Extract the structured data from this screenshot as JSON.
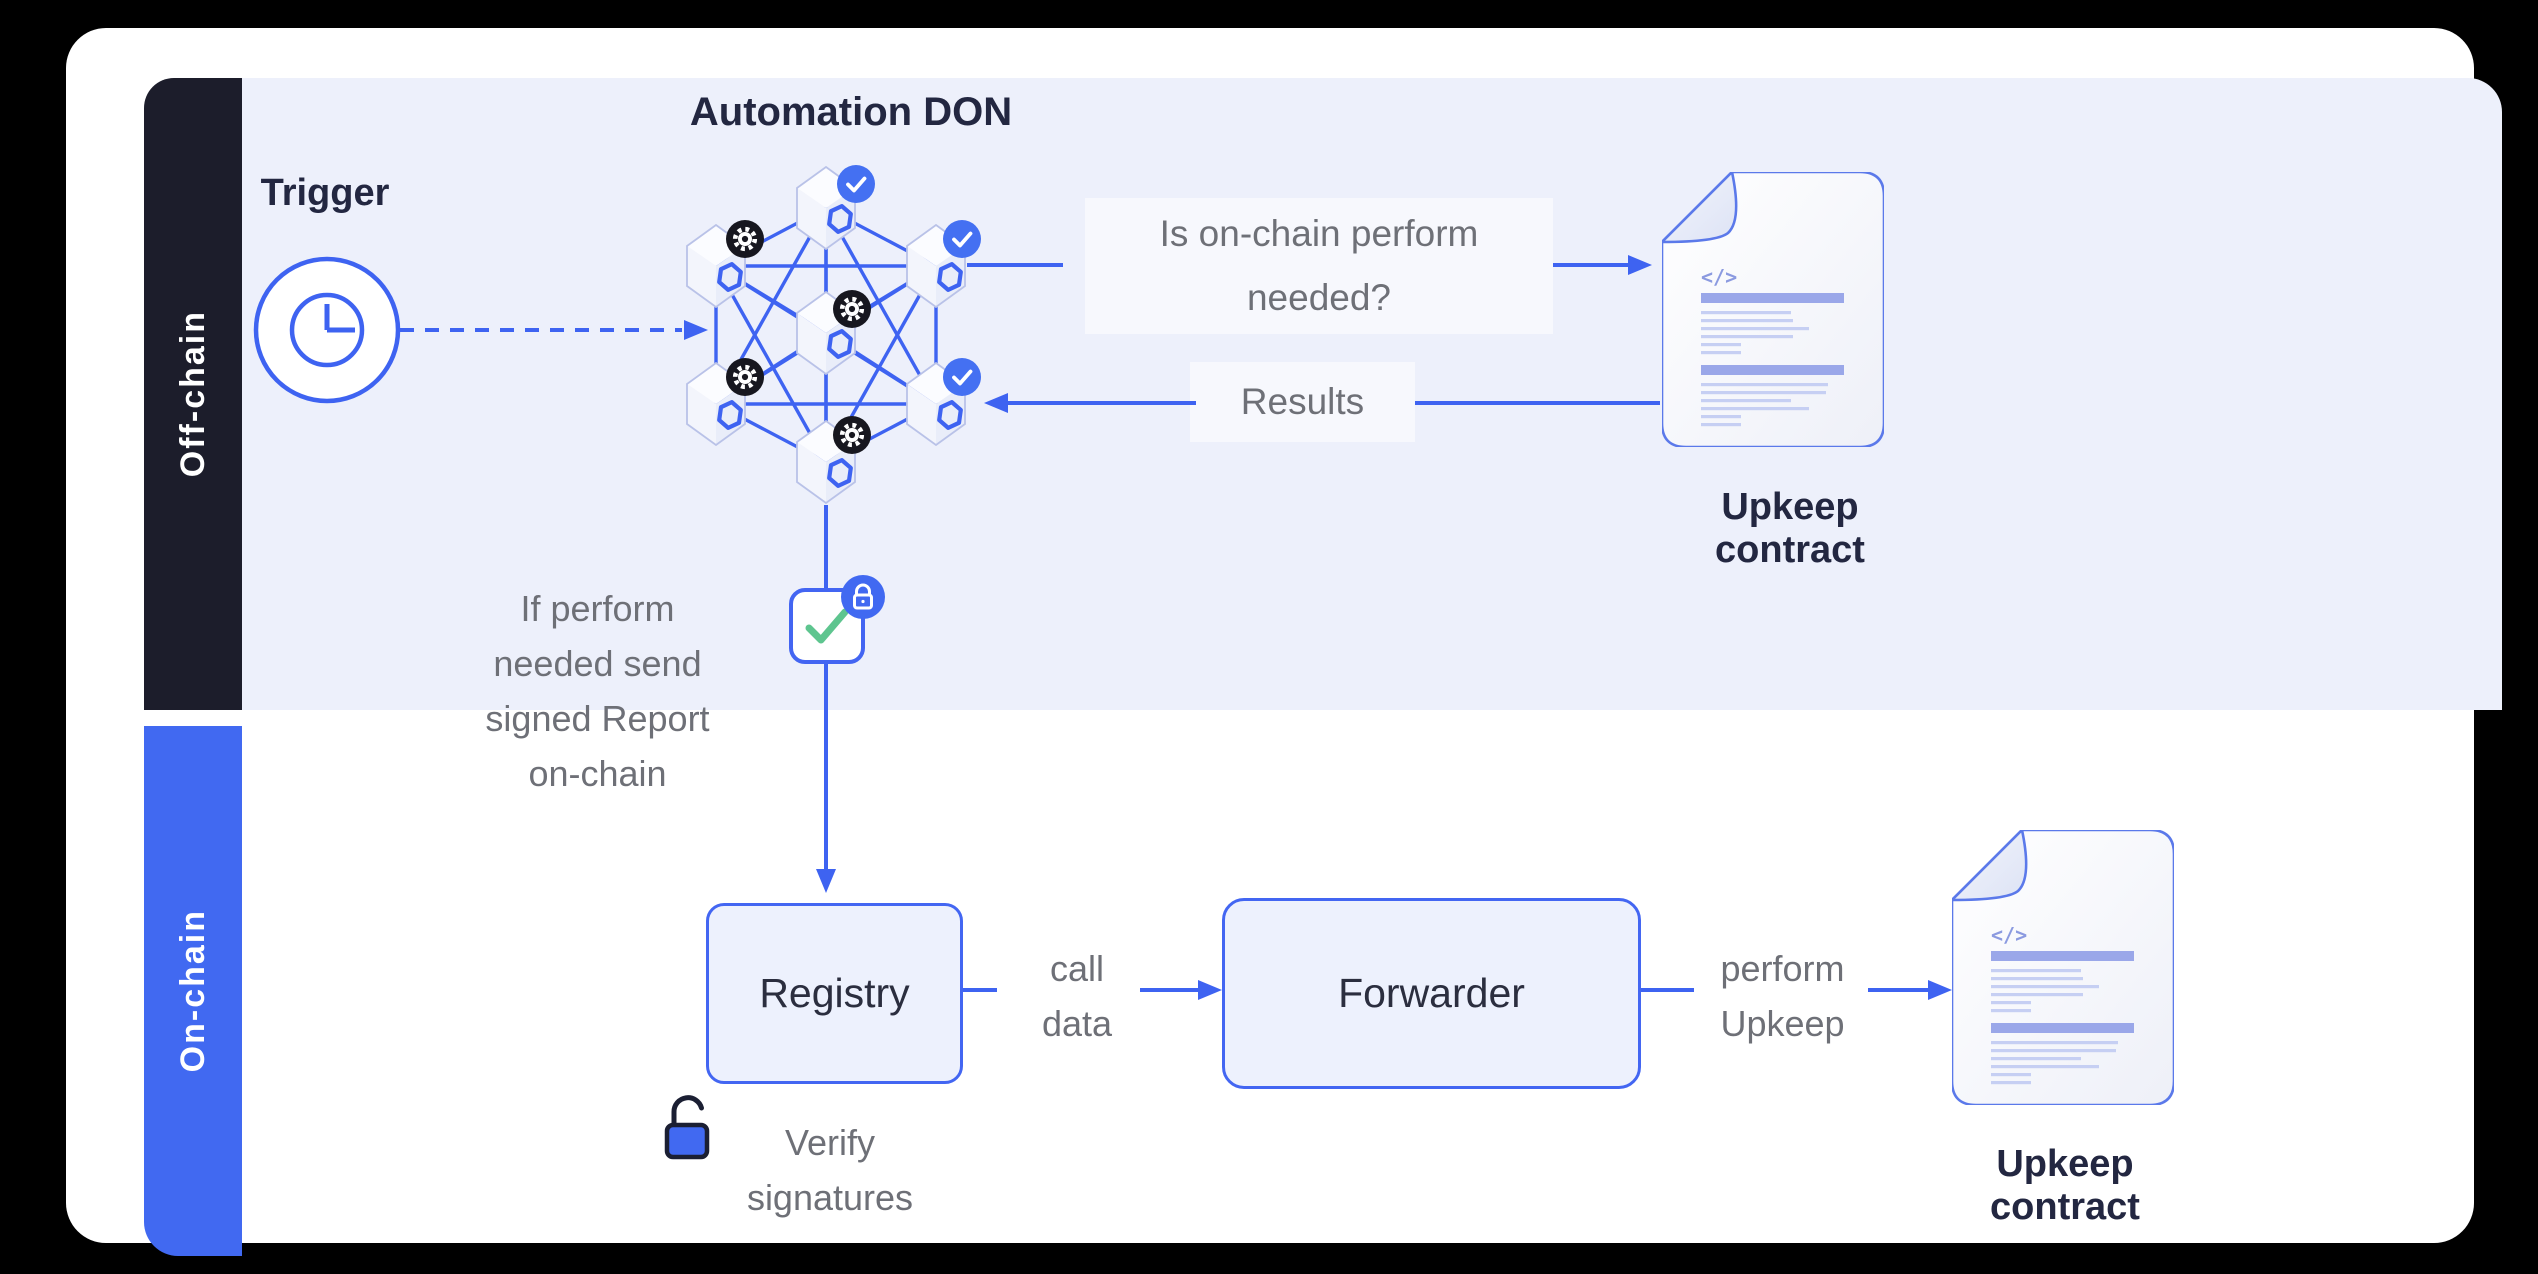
{
  "panel": {
    "offchain_label": "Off-chain",
    "onchain_label": "On-chain"
  },
  "offchain": {
    "trigger_title": "Trigger",
    "don_title": "Automation DON",
    "question_line1": "Is on-chain perform",
    "question_line2": "needed?",
    "results_label": "Results",
    "upkeep_label": "Upkeep contract",
    "note_line1": "If perform",
    "note_line2": "needed send",
    "note_line3": "signed Report",
    "note_line4": "on-chain"
  },
  "onchain": {
    "registry_label": "Registry",
    "calldata_line1": "call",
    "calldata_line2": "data",
    "forwarder_label": "Forwarder",
    "perform_line1": "perform",
    "perform_line2": "Upkeep",
    "upkeep_label": "Upkeep contract",
    "verify_line1": "Verify",
    "verify_line2": "signatures"
  },
  "icons": {
    "clock": "clock-icon",
    "node_cube": "chainlink-node-hexagon",
    "gear_badge": "gear-badge",
    "check_badge": "check-badge",
    "lock_badge": "lock-badge",
    "signed_report": "check-square",
    "unlock": "open-padlock-icon",
    "contract_doc": "code-document-icon"
  },
  "colors": {
    "canvas_bg": "#000000",
    "panel_bg": "#FFFFFF",
    "offchain_bg": "#EDF0FB",
    "sidebar_dark": "#1C1D2B",
    "sidebar_blue": "#4169F1",
    "accent_blue": "#3E63F1",
    "badge_blue": "#4470F2",
    "badge_black": "#17171F",
    "green_check": "#5EC58F",
    "text_dark": "#232741",
    "text_gray": "#6E7077",
    "doc_bar": "#9AA7E9",
    "doc_line": "#C6CFF3"
  }
}
